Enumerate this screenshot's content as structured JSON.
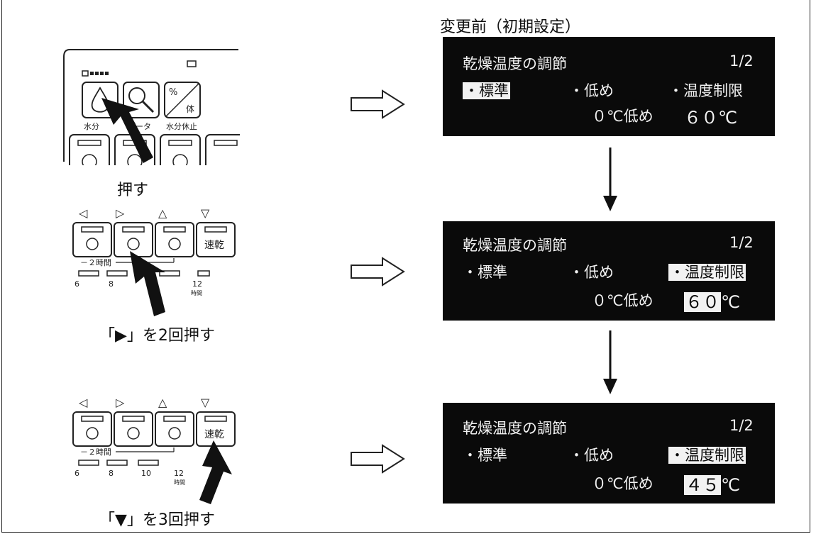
{
  "header": {
    "caption": "変更前（初期設定）"
  },
  "steps": [
    {
      "instruction": "押す"
    },
    {
      "instruction": "「▶」を2回押す"
    },
    {
      "instruction": "「▼」を3回押す"
    }
  ],
  "panel1": {
    "button_labels": [
      "水分",
      "データ",
      "水分休止"
    ],
    "pct_label": "%",
    "body_label": "体"
  },
  "panel2": {
    "arrow_symbols": [
      "◁",
      "▷",
      "△",
      "▽"
    ],
    "button4_label": "速乾",
    "sub_label": "－２時間",
    "scale_labels": [
      "6",
      "8",
      "12",
      "時間"
    ]
  },
  "panel3": {
    "arrow_symbols": [
      "◁",
      "▷",
      "△",
      "▽"
    ],
    "button4_label": "速乾",
    "sub_label": "－２時間",
    "scale_labels": [
      "6",
      "8",
      "10",
      "12",
      "時間"
    ]
  },
  "displays": [
    {
      "title": "乾燥温度の調節",
      "page": "1/2",
      "opt1": "・標準",
      "opt2": "・低め",
      "opt3": "・温度制限",
      "low_value": "０℃低め",
      "temp_value": "６０",
      "temp_unit": "℃",
      "selected": "opt1"
    },
    {
      "title": "乾燥温度の調節",
      "page": "1/2",
      "opt1": "・標準",
      "opt2": "・低め",
      "opt3": "・温度制限",
      "low_value": "０℃低め",
      "temp_value": "６０",
      "temp_unit": "℃",
      "selected": "opt3"
    },
    {
      "title": "乾燥温度の調節",
      "page": "1/2",
      "opt1": "・標準",
      "opt2": "・低め",
      "opt3": "・温度制限",
      "low_value": "０℃低め",
      "temp_value": "４５",
      "temp_unit": "℃",
      "selected": "opt3"
    }
  ]
}
